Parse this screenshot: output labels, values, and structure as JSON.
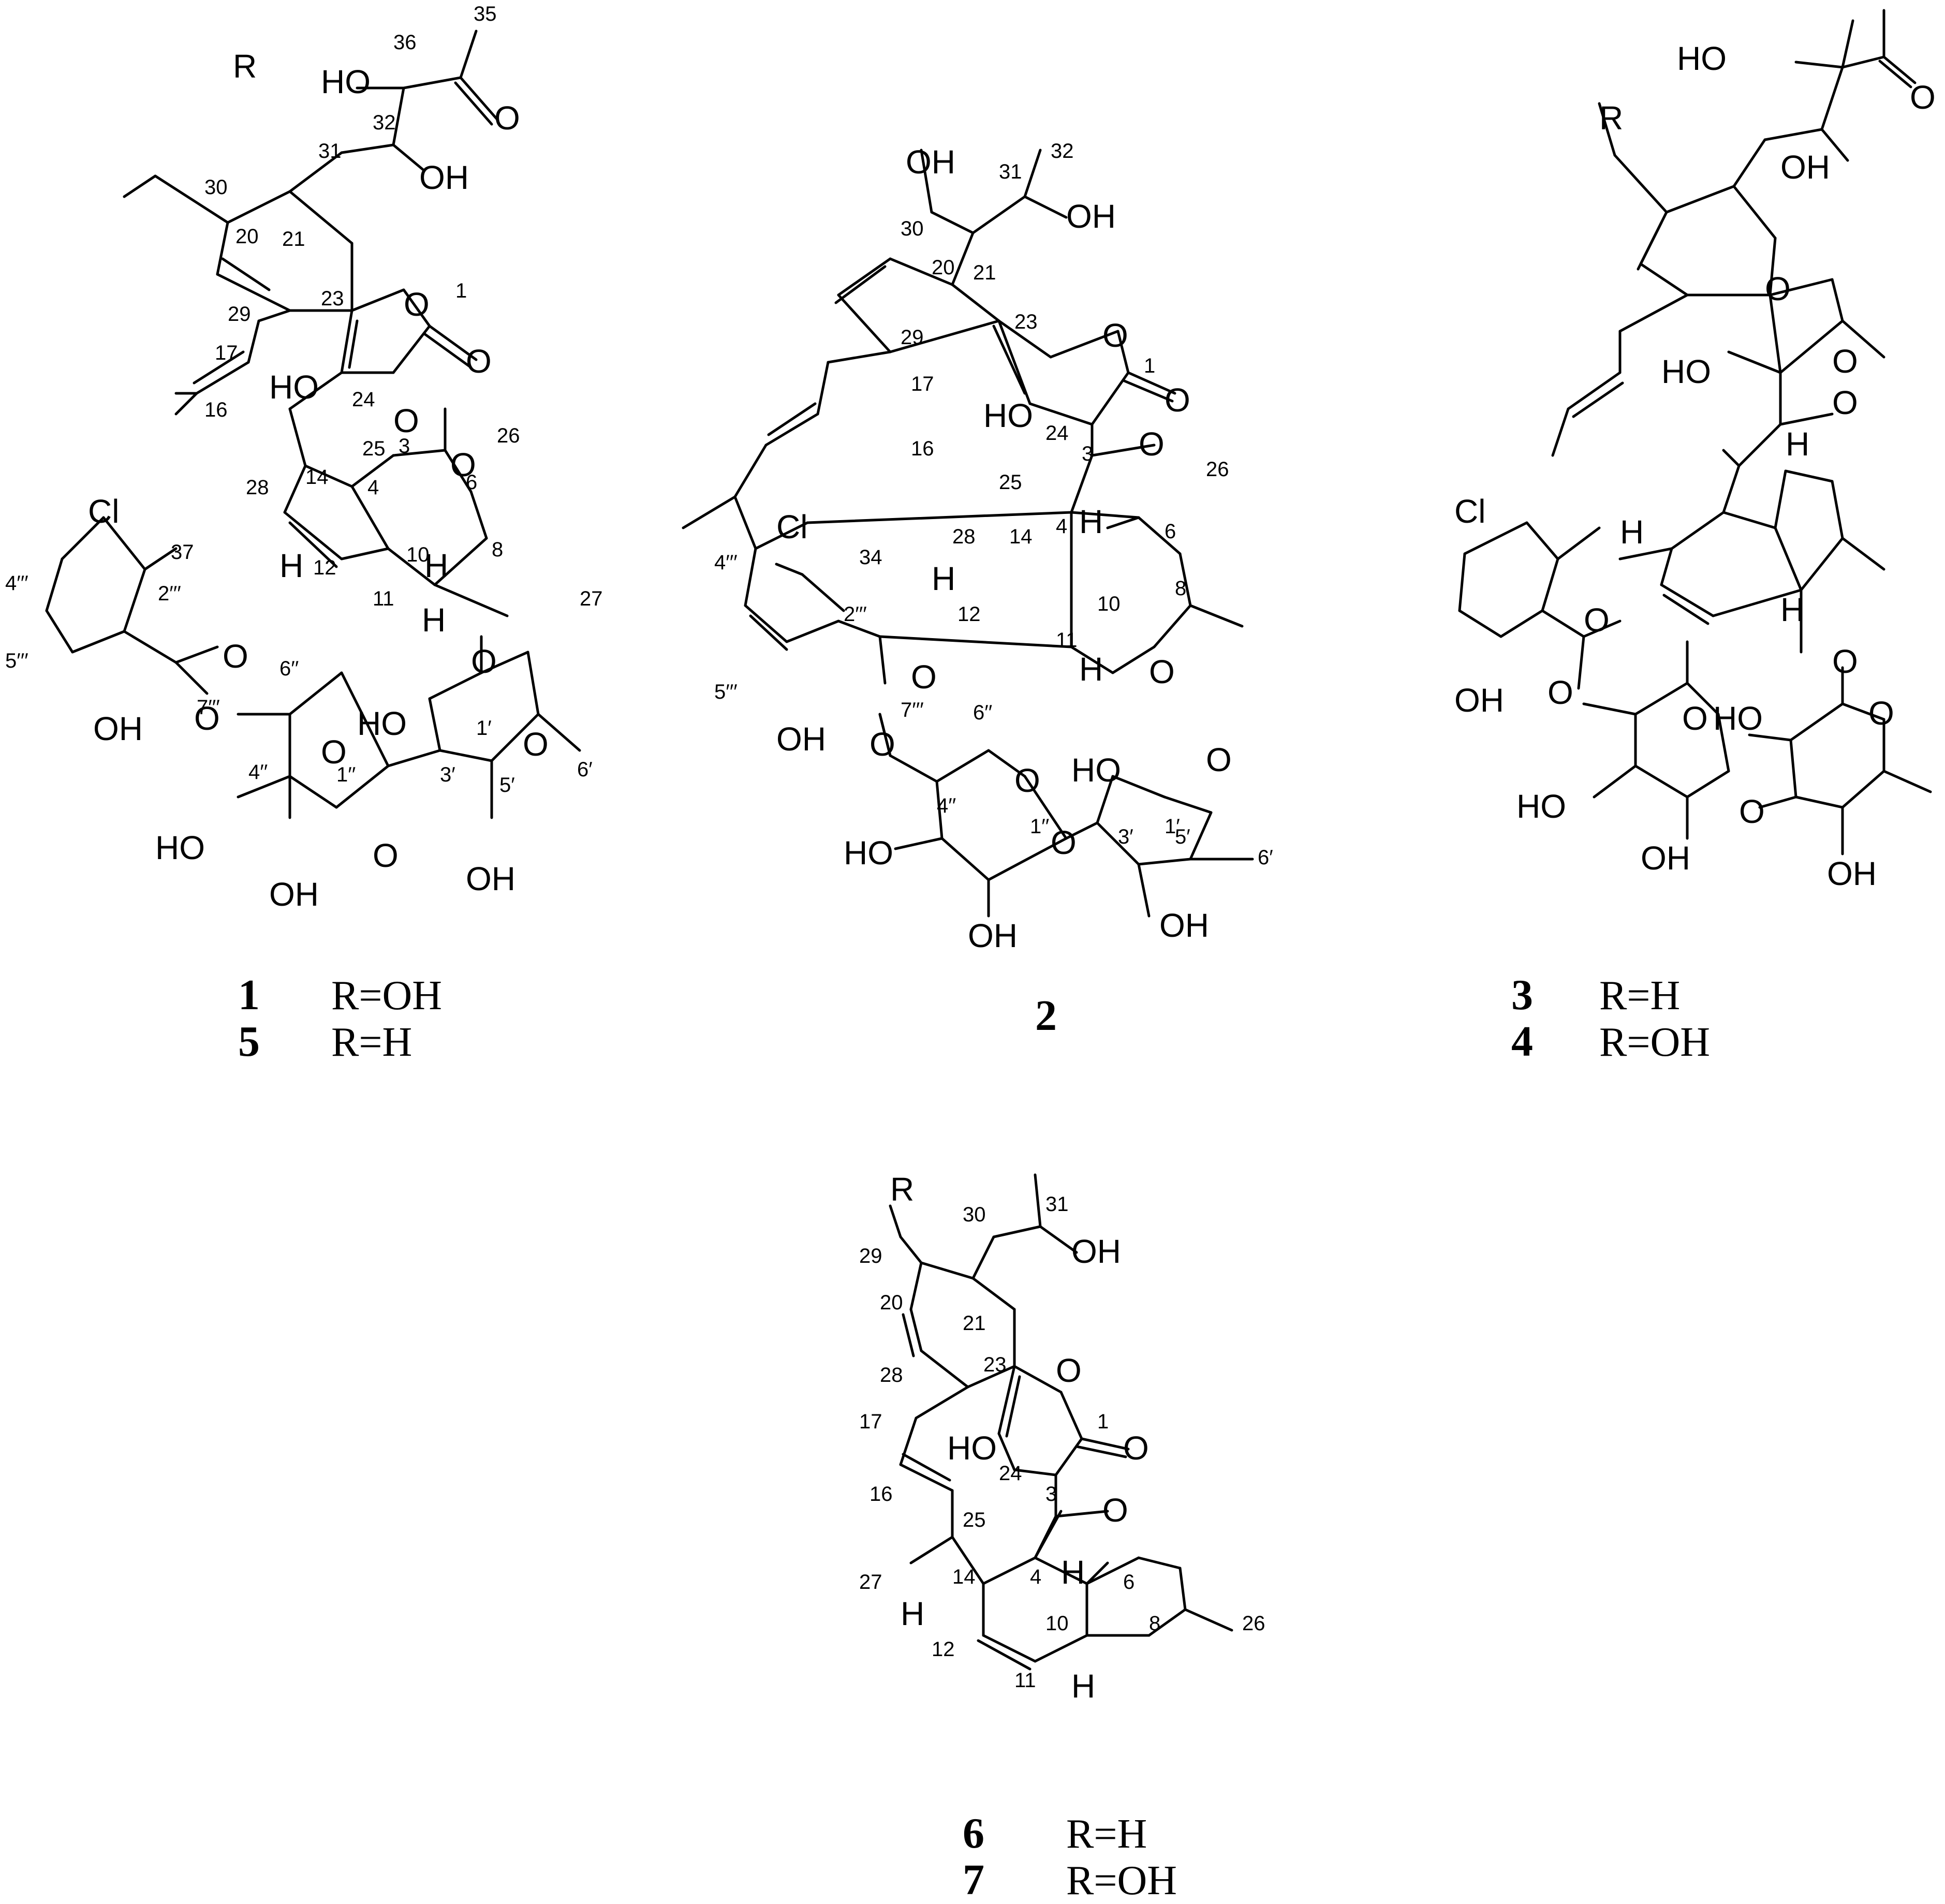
{
  "atom_labels": {
    "ho": "HO",
    "oh": "OH",
    "o": "O",
    "cl": "Cl",
    "h": "H",
    "r": "R"
  },
  "compound_1": {
    "numbers": {
      "n1": "1",
      "n3": "3",
      "n4": "4",
      "n6": "6",
      "n8": "8",
      "n10": "10",
      "n11": "11",
      "n12": "12",
      "n14": "14",
      "n16": "16",
      "n17": "17",
      "n20": "20",
      "n21": "21",
      "n23": "23",
      "n24": "24",
      "n25": "25",
      "n26": "26",
      "n27": "27",
      "n28": "28",
      "n29": "29",
      "n30": "30",
      "n31": "31",
      "n32": "32",
      "n35": "35",
      "n36": "36",
      "n37": "37",
      "n1p": "1′",
      "n3p": "3′",
      "n5p": "5′",
      "n6p": "6′",
      "n1pp": "1′′",
      "n4pp": "4′′",
      "n6pp": "6′′",
      "n2ppp": "2′′′",
      "n4ppp": "4′′′",
      "n5ppp": "5′′′",
      "n7ppp": "7′′′"
    }
  },
  "compound_2": {
    "numbers": {
      "n1": "1",
      "n3": "3",
      "n4": "4",
      "n6": "6",
      "n8": "8",
      "n10": "10",
      "n11": "11",
      "n12": "12",
      "n14": "14",
      "n16": "16",
      "n17": "17",
      "n20": "20",
      "n21": "21",
      "n23": "23",
      "n24": "24",
      "n25": "25",
      "n26": "26",
      "n28": "28",
      "n29": "29",
      "n30": "30",
      "n31": "31",
      "n32": "32",
      "n34": "34",
      "n1p": "1′",
      "n3p": "3′",
      "n5p": "5′",
      "n6p": "6′",
      "n1pp": "1′′",
      "n4pp": "4′′",
      "n6pp": "6′′",
      "n2ppp": "2′′′",
      "n4ppp": "4′′′",
      "n5ppp": "5′′′",
      "n7ppp": "7′′′"
    }
  },
  "compound_6": {
    "numbers": {
      "n1": "1",
      "n3": "3",
      "n4": "4",
      "n6": "6",
      "n8": "8",
      "n10": "10",
      "n11": "11",
      "n12": "12",
      "n14": "14",
      "n16": "16",
      "n17": "17",
      "n20": "20",
      "n21": "21",
      "n23": "23",
      "n24": "24",
      "n25": "25",
      "n26": "26",
      "n27": "27",
      "n28": "28",
      "n29": "29",
      "n30": "30",
      "n31": "31"
    }
  },
  "captions": [
    {
      "id": "1",
      "r": "R=OH"
    },
    {
      "id": "5",
      "r": "R=H"
    },
    {
      "id": "2",
      "r": ""
    },
    {
      "id": "3",
      "r": "R=H"
    },
    {
      "id": "4",
      "r": "R=OH"
    },
    {
      "id": "6",
      "r": "R=H"
    },
    {
      "id": "7",
      "r": "R=OH"
    }
  ]
}
